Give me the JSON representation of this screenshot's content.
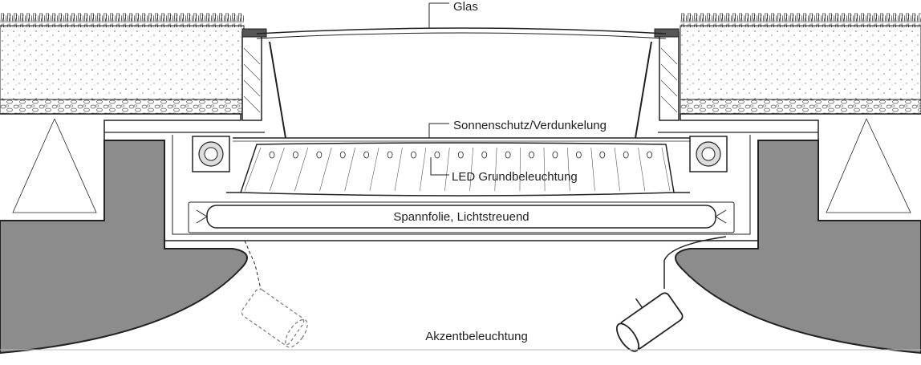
{
  "labels": {
    "glass": "Glas",
    "sunshade": "Sonnenschutz/Verdunkelung",
    "led": "LED Grundbeleuchtung",
    "membrane": "Spannfolie, Lichtstreuend",
    "accent": "Akzentbeleuchtung"
  },
  "colors": {
    "concrete": "#8c8c8c",
    "line": "#222222",
    "gravel": "#d9d9d9"
  }
}
